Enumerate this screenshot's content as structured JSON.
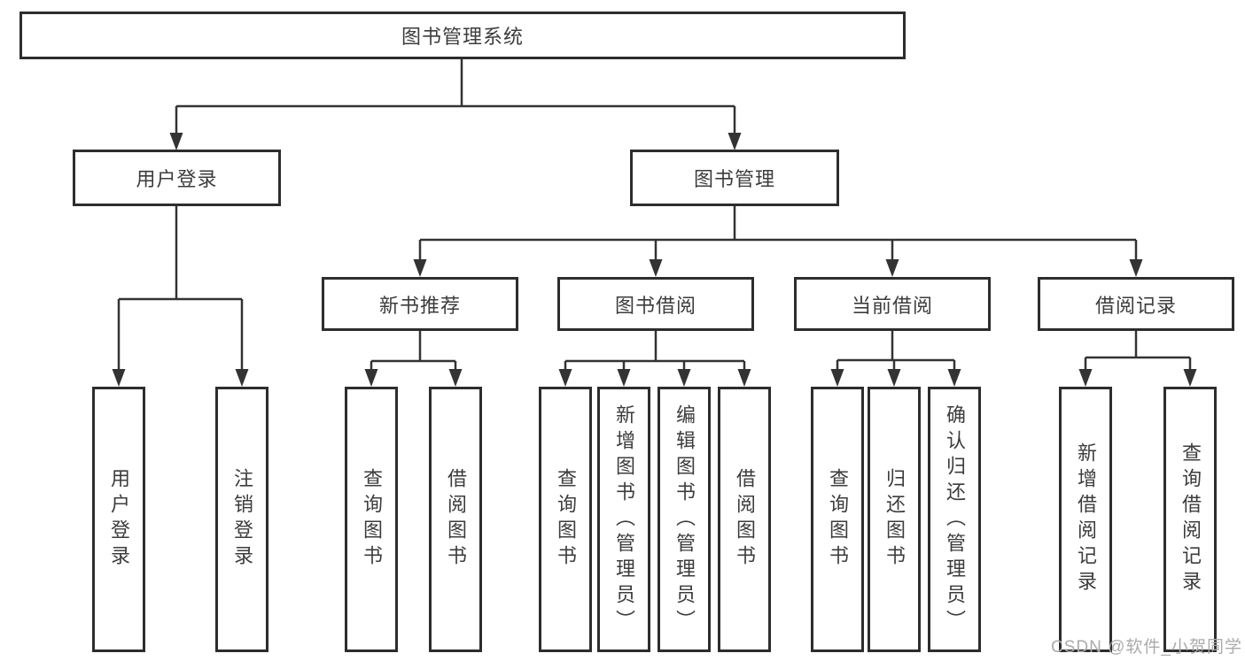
{
  "colors": {
    "line": "#333333",
    "box_border": "#2d2d2d",
    "text": "#3c3c3c",
    "background": "#ffffff",
    "watermark": "#ababab"
  },
  "watermark": "CSDN @软件_小贺同学",
  "tree": {
    "label": "图书管理系统",
    "children": [
      {
        "label": "用户登录",
        "children": [
          {
            "label": "用户登录"
          },
          {
            "label": "注销登录"
          }
        ]
      },
      {
        "label": "图书管理",
        "children": [
          {
            "label": "新书推荐",
            "children": [
              {
                "label": "查询图书"
              },
              {
                "label": "借阅图书"
              }
            ]
          },
          {
            "label": "图书借阅",
            "children": [
              {
                "label": "查询图书"
              },
              {
                "label": "新增图书（管理员）"
              },
              {
                "label": "编辑图书（管理员）"
              },
              {
                "label": "借阅图书"
              }
            ]
          },
          {
            "label": "当前借阅",
            "children": [
              {
                "label": "查询图书"
              },
              {
                "label": "归还图书"
              },
              {
                "label": "确认归还（管理员）"
              }
            ]
          },
          {
            "label": "借阅记录",
            "children": [
              {
                "label": "新增借阅记录"
              },
              {
                "label": "查询借阅记录"
              }
            ]
          }
        ]
      }
    ]
  }
}
